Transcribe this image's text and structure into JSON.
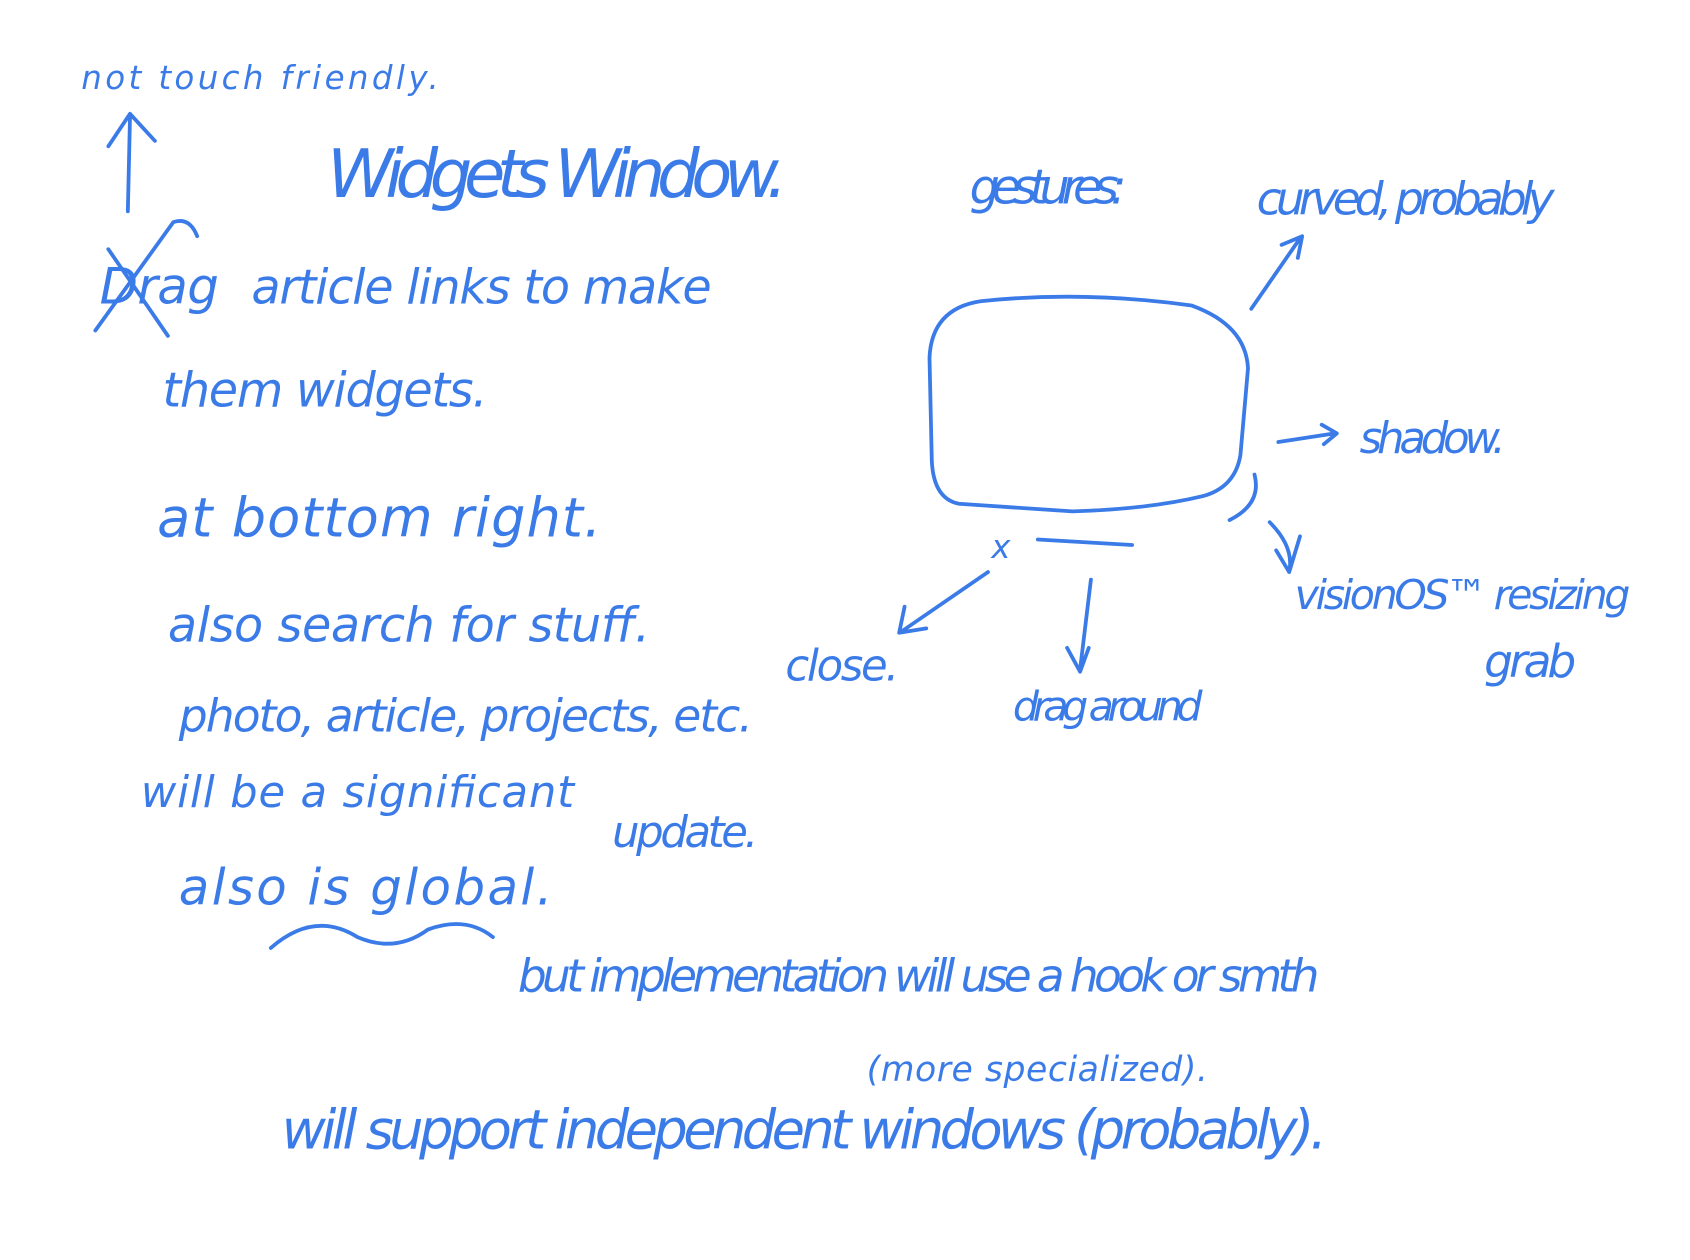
{
  "ink_color": "#3b7be8",
  "notes": {
    "touch_note": "not touch friendly.",
    "title": "Widgets Window.",
    "drag_word": "Drag",
    "line1": "article links to make",
    "line2": "them widgets.",
    "line3": "at bottom right.",
    "line4": "also search for stuff.",
    "line5": "photo, article, projects, etc.",
    "line6a": "will be a significant",
    "line6b": "update.",
    "line7": "also is global.",
    "line8": "but implementation will use a hook or smth",
    "line9": "(more specialized).",
    "line10": "will support independent windows (probably)."
  },
  "diagram": {
    "heading": "gestures:",
    "curved": "curved, probably",
    "shadow": "shadow.",
    "resizing": "visionOS™ resizing",
    "grab": "grab",
    "close_mark": "x",
    "close": "close.",
    "drag": "drag around"
  }
}
